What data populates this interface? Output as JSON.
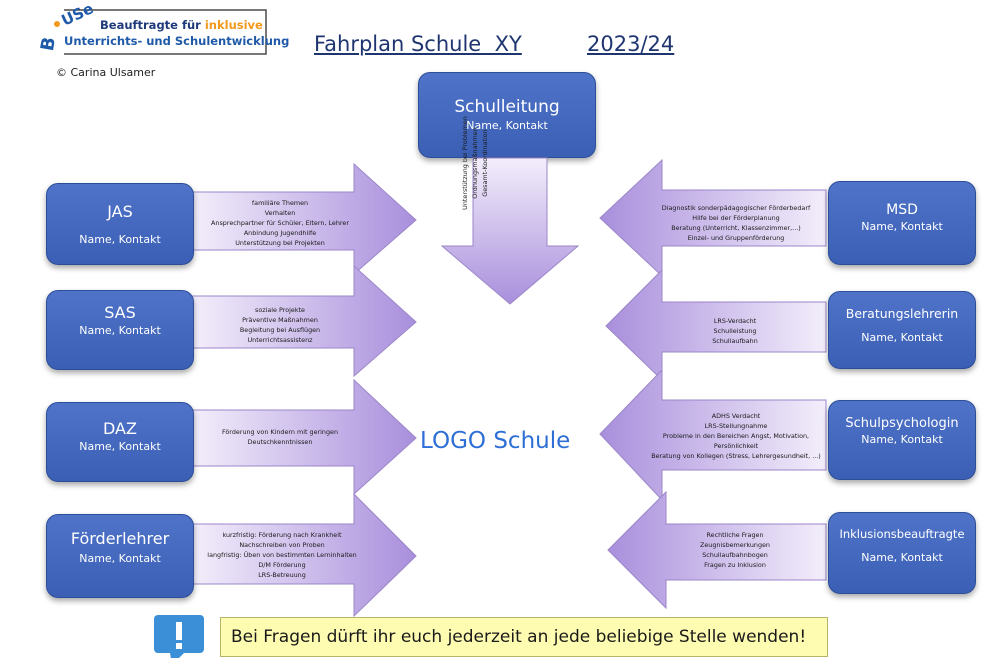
{
  "logo": {
    "brand": "BiUSe",
    "line1": "Beauftragte für ",
    "line1_accent": "inklusive",
    "line2": "Unterrichts- und Schulentwicklung",
    "copyright": "© Carina Ulsamer"
  },
  "title": "Fahrplan Schule  XY",
  "year": "2023/24",
  "center_text": "LOGO Schule",
  "top_box": {
    "title": "Schulleitung",
    "subtitle": "Name, Kontakt"
  },
  "top_arrow_text": [
    "Unterstützung bei Problemen",
    "Ordnungsmaßnahmen",
    "Gesamt-Koordination"
  ],
  "left": [
    {
      "title": "JAS",
      "subtitle": "Name, Kontakt",
      "text": [
        "familiäre Themen",
        "Verhalten",
        "Ansprechpartner für Schüler, Eltern, Lehrer",
        "Anbindung Jugendhilfe",
        "Unterstützung bei Projekten"
      ]
    },
    {
      "title": "SAS",
      "subtitle": "Name, Kontakt",
      "text": [
        "soziale Projekte",
        "Präventive Maßnahmen",
        "Begleitung bei Ausflügen",
        "Unterrichtsassistenz"
      ]
    },
    {
      "title": "DAZ",
      "subtitle": "Name, Kontakt",
      "text": [
        "Förderung von Kindern mit geringen",
        "Deutschkenntnissen"
      ]
    },
    {
      "title": "Förderlehrer",
      "subtitle": "Name, Kontakt",
      "text": [
        "kurzfristig: Förderung nach Krankheit",
        "Nachschreiben von Proben",
        "langfristig: Üben von bestimmten Lerninhalten",
        "D/M Förderung",
        "LRS-Betreuung"
      ]
    }
  ],
  "right": [
    {
      "title": "MSD",
      "subtitle": "Name, Kontakt",
      "text": [
        "Diagnostik sonderpädagogischer Förderbedarf",
        "Hilfe bei der Förderplanung",
        "Beratung (Unterricht, Klassenzimmer,...)",
        "Einzel- und Gruppenförderung"
      ]
    },
    {
      "title": "Beratungslehrerin",
      "subtitle": "Name, Kontakt",
      "text": [
        "LRS-Verdacht",
        "Schulleistung",
        "Schullaufbahn"
      ]
    },
    {
      "title": "Schulpsychologin",
      "subtitle": "Name, Kontakt",
      "text": [
        "ADHS Verdacht",
        "LRS-Stellungnahme",
        "Probleme in den Bereichen Angst, Motivation,",
        "Persönlichkeit",
        "Beratung von Kollegen (Stress, Lehrergesundheit, ...)"
      ]
    },
    {
      "title": "Inklusionsbeauftragte",
      "subtitle": "Name, Kontakt",
      "text": [
        "Rechtliche Fragen",
        "Zeugnisbemerkungen",
        "Schullaufbahnbogen",
        "Fragen zu Inklusion"
      ]
    }
  ],
  "note": "Bei Fragen dürft ihr euch jederzeit an jede beliebige Stelle wenden!",
  "note_icon": "exclamation-icon",
  "colors": {
    "box": "#4268c1",
    "arrow_light": "#efe7fa",
    "arrow_dark": "#a78ddb",
    "title": "#1f3570",
    "center": "#2e6fd6",
    "note_bg": "#fdfcb0"
  }
}
